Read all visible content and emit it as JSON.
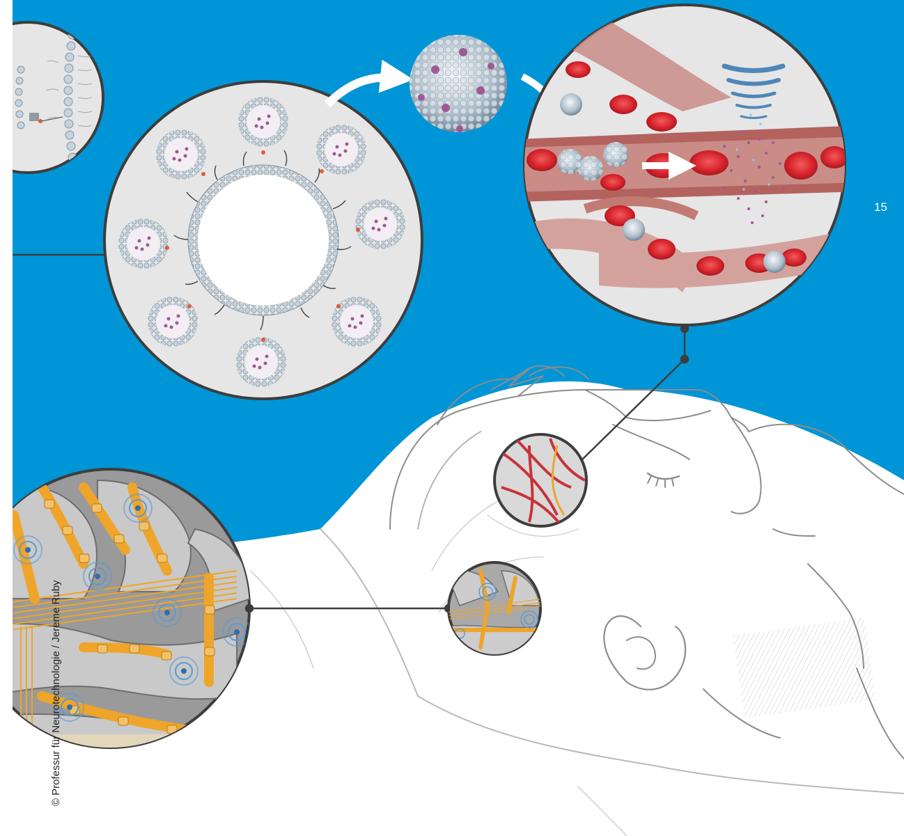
{
  "page": {
    "page_number": "15",
    "credit": "© Professur für Neurotechnologie / Jereme Ruby"
  },
  "colors": {
    "background_blue": "#0095d6",
    "magnifier_gray": "#e6e6e6",
    "outline_dark": "#3d3d3d",
    "membrane_blue": "#9bbcd1",
    "payload_purple": "#9d5a93",
    "blood_cell_red": "#d7242d",
    "vessel_pink": "#c98c86",
    "electrode_gold": "#efa52a",
    "signal_blue": "#2f6eb3",
    "sketch_gray": "#8c8c8c"
  },
  "illustration": {
    "icons": [
      "lipid-bilayer-detail-magnifier",
      "liposome-assembly-magnifier",
      "nanoparticle-sphere",
      "blood-vessel-ultrasound-magnifier",
      "electrode-array-magnifier",
      "sleeping-patient-sketch"
    ]
  }
}
